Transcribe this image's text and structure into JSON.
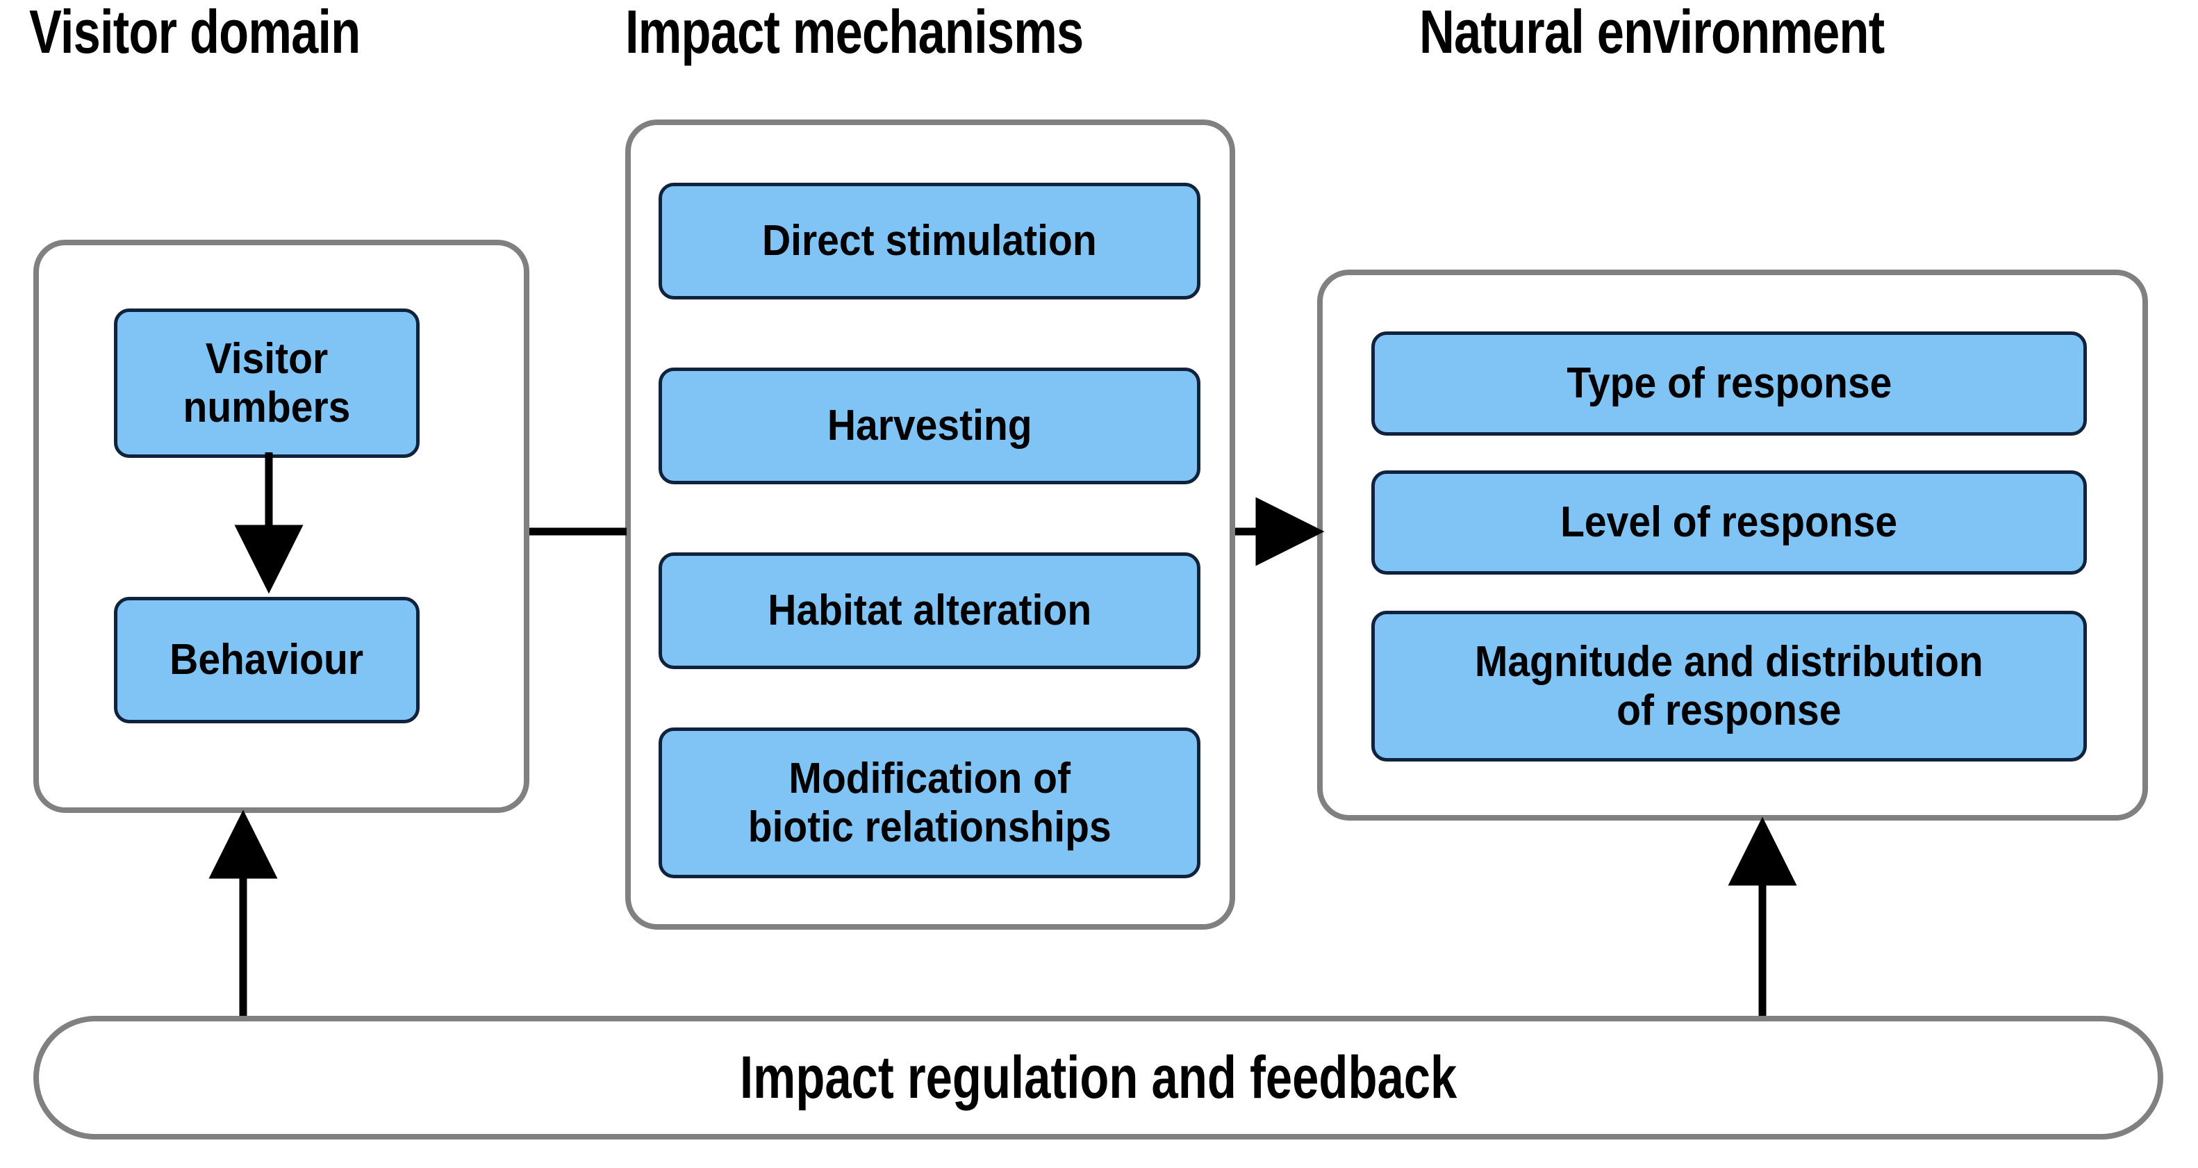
{
  "diagram": {
    "title_row": [
      {
        "id": "visitor-domain",
        "label": "Visitor domain"
      },
      {
        "id": "impact-mechanisms",
        "label": "Impact mechanisms"
      },
      {
        "id": "natural-environment",
        "label": "Natural environment"
      }
    ],
    "colors": {
      "box_fill": "#7FC4F5",
      "box_border": "#11223D",
      "container_border": "#808080",
      "background": "#FFFFFF",
      "text": "#000000",
      "arrow": "#000000"
    },
    "groups": {
      "visitor_domain": {
        "heading": "Visitor domain",
        "nodes": [
          {
            "id": "visitor-numbers",
            "label": "Visitor\nnumbers"
          },
          {
            "id": "behaviour",
            "label": "Behaviour"
          }
        ]
      },
      "impact_mechanisms": {
        "heading": "Impact mechanisms",
        "nodes": [
          {
            "id": "direct-stimulation",
            "label": "Direct stimulation"
          },
          {
            "id": "harvesting",
            "label": "Harvesting"
          },
          {
            "id": "habitat-alteration",
            "label": "Habitat alteration"
          },
          {
            "id": "modification-biotic",
            "label": "Modification  of\nbiotic relationships"
          }
        ]
      },
      "natural_environment": {
        "heading": "Natural environment",
        "nodes": [
          {
            "id": "type-of-response",
            "label": "Type of response"
          },
          {
            "id": "level-of-response",
            "label": "Level of response"
          },
          {
            "id": "magnitude-distribution",
            "label": "Magnitude  and  distribution\nof response"
          }
        ]
      }
    },
    "footer": {
      "id": "impact-regulation-feedback",
      "label": "Impact regulation and feedback"
    },
    "connections": [
      {
        "id": "visitor-numbers-to-behaviour",
        "from": "visitor-numbers",
        "to": "behaviour",
        "arrowhead": true,
        "direction": "down"
      },
      {
        "id": "visitor-domain-to-impact-mechanisms",
        "from": "visitor-domain",
        "to": "impact-mechanisms",
        "arrowhead": false,
        "direction": "right"
      },
      {
        "id": "impact-mechanisms-to-natural-environment",
        "from": "impact-mechanisms",
        "to": "natural-environment",
        "arrowhead": true,
        "direction": "right"
      },
      {
        "id": "feedback-to-visitor-domain",
        "from": "impact-regulation-feedback",
        "to": "visitor-domain",
        "arrowhead": true,
        "direction": "up"
      },
      {
        "id": "feedback-to-natural-environment",
        "from": "impact-regulation-feedback",
        "to": "natural-environment",
        "arrowhead": true,
        "direction": "up"
      }
    ]
  }
}
